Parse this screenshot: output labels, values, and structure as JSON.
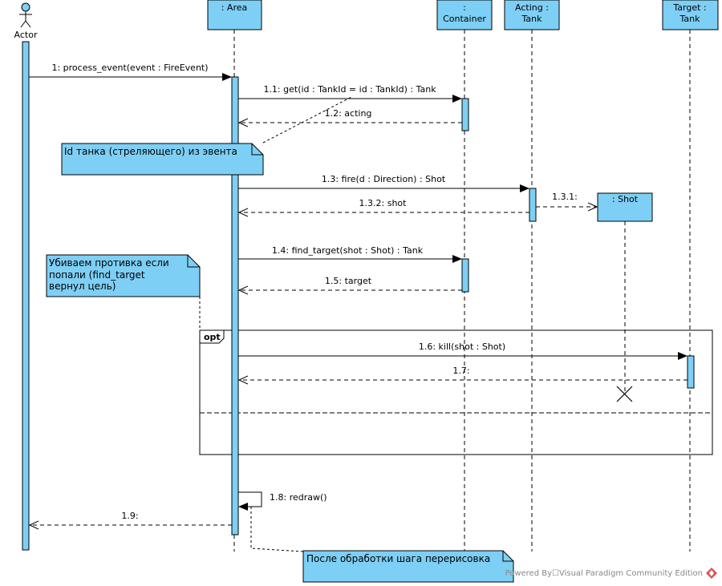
{
  "colors": {
    "fill": "#7ecff5",
    "line": "#000000",
    "watermark": "#888888"
  },
  "actor": {
    "name": "Actor"
  },
  "lifelines": {
    "area": [
      ": Area"
    ],
    "container": [
      ":",
      "Container"
    ],
    "acting": [
      "Acting :",
      "Tank"
    ],
    "target": [
      "Target :",
      "Tank"
    ],
    "shot": [
      ": Shot"
    ]
  },
  "messages": {
    "m1": "1: process_event(event : FireEvent)",
    "m1_1": "1.1: get(id : TankId = id : TankId) : Tank",
    "m1_2": "1.2: acting",
    "m1_3": "1.3: fire(d : Direction) : Shot",
    "m1_3_1": "1.3.1:",
    "m1_3_2": "1.3.2: shot",
    "m1_4": "1.4: find_target(shot : Shot) : Tank",
    "m1_5": "1.5: target",
    "m1_6": "1.6: kill(shot : Shot)",
    "m1_7": "1.7:",
    "m1_8": "1.8: redraw()",
    "m1_9": "1.9:"
  },
  "notes": {
    "tank_id": [
      "Id танка (стреляющего) из эвента"
    ],
    "kill": [
      "Убиваем противка если",
      "попали (find_target",
      "вернул цель)"
    ],
    "redraw": [
      "После обработки шага перерисовка"
    ]
  },
  "fragment": {
    "operator": "opt"
  },
  "watermark": "Powered By☐Visual Paradigm Community Edition"
}
